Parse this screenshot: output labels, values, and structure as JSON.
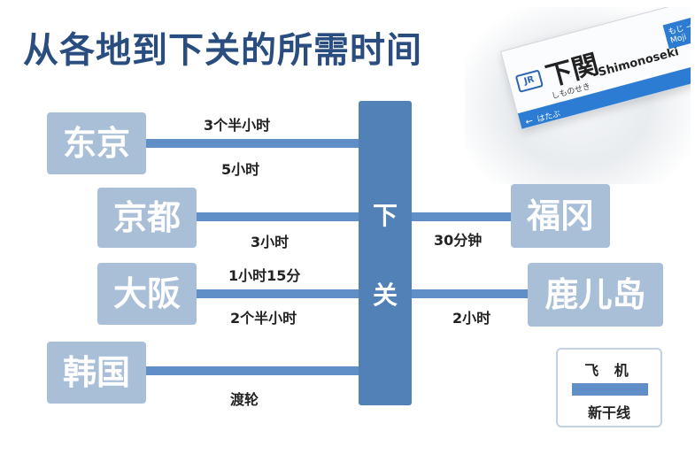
{
  "title": "从各地到下关的所需时间",
  "photo": {
    "brand": "JR",
    "station_kanji": "下関",
    "station_kana": "しものせき",
    "station_roman": "Shimonoseki",
    "next_kana": "もじ",
    "next_roman": "Moji",
    "prev_kana": "はたぶ"
  },
  "hub": {
    "char1": "下",
    "char2": "关"
  },
  "origins": [
    {
      "name": "东京",
      "flight": "3个半小时",
      "rail": "5小时"
    },
    {
      "name": "京都",
      "rail": "3小时"
    },
    {
      "name": "大阪",
      "flight": "1小时15分",
      "rail": "2个半小时"
    },
    {
      "name": "韩国",
      "rail": "渡轮"
    }
  ],
  "destinations": [
    {
      "name": "福冈",
      "rail": "30分钟"
    },
    {
      "name": "鹿儿岛",
      "rail": "2小时"
    }
  ],
  "legend": {
    "flight": "飞 机",
    "rail": "新干线"
  },
  "colors": {
    "title": "#2a4d80",
    "box": "#a9bfd8",
    "line": "#5f8fc6",
    "trunk": "#5281b8"
  }
}
